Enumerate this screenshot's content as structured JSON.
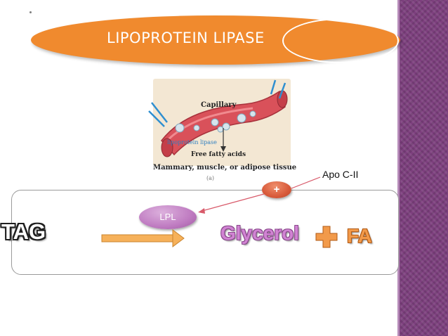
{
  "slide": {
    "title": "LIPOPROTEIN LIPASE",
    "figure": {
      "capillary_label": "Capillary",
      "enzyme_label": "lipoprotein lipase",
      "product_label": "Free fatty acids",
      "tissue_label": "Mammary, muscle, or adipose tissue",
      "panel_label": "(a)"
    },
    "reaction": {
      "substrate": "TAG",
      "enzyme": "LPL",
      "product1": "Glycerol",
      "product2": "FA",
      "activator": "Apo C-II",
      "activation_sign": "+"
    },
    "colors": {
      "banner": "#f08a2e",
      "stripe": "#7d3f7e",
      "glycerol": "#d183d3",
      "fa": "#f29a4a",
      "lpl": "#bf7bc1",
      "activation": "#d85a3a"
    }
  }
}
